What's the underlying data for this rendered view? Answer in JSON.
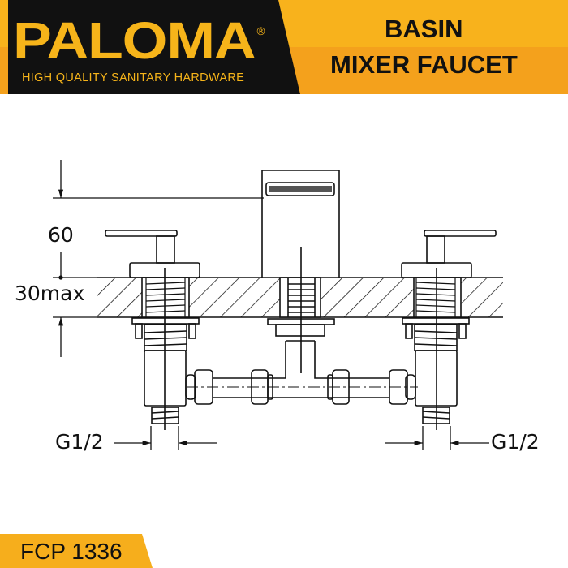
{
  "brand": {
    "name": "PALOMA",
    "registered": "®",
    "tagline": "HIGH QUALITY SANITARY HARDWARE"
  },
  "product": {
    "title_line1": "BASIN",
    "title_line2": "MIXER FAUCET",
    "code": "FCP 1336"
  },
  "dimensions": {
    "height": "60",
    "deck_thickness": "30max",
    "inlet_left": "G1/2",
    "inlet_right": "G1/2"
  },
  "colors": {
    "accent": "#f6b41a",
    "dark": "#111111"
  }
}
